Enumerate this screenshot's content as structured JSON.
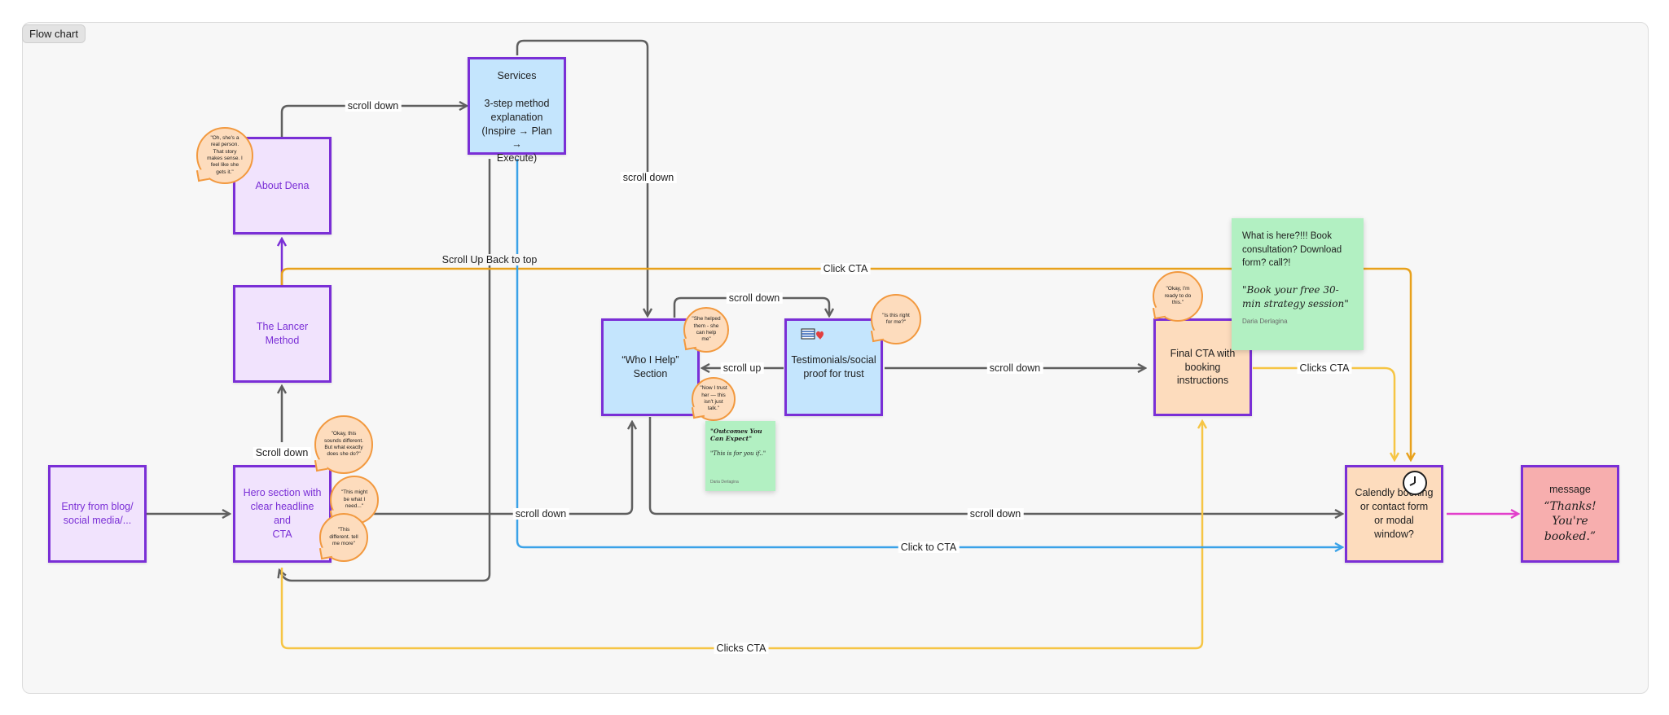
{
  "frame": {
    "label": "Flow chart"
  },
  "nodes": {
    "entry": "Entry from blog/\nsocial media/...",
    "hero": "Hero section with\nclear headline and\nCTA",
    "lancer": "The Lancer\nMethod",
    "about": "About Dena",
    "services": "Services\n\n3-step method\nexplanation\n(Inspire → Plan →\nExecute)",
    "who": "“Who I Help”\nSection",
    "testimonials": "Testimonials/social\nproof for trust",
    "final_cta": "Final CTA with\nbooking\ninstructions",
    "calendly": "Calendly booking\nor contact form\nor modal window?",
    "message_title": "message",
    "message_quote": "“Thanks! You're\nbooked.”"
  },
  "edges": {
    "scroll_down_top": "scroll down",
    "scroll_down_right": "scroll down",
    "scroll_up_back": "Scroll Up Back to top",
    "click_cta_top": "Click CTA",
    "scroll_down_who": "scroll down",
    "scroll_up": "scroll up",
    "scroll_down_final": "scroll down",
    "clicks_cta_final": "Clicks CTA",
    "scroll_down_hero_label": "Scroll down",
    "scroll_down_hero_who": "scroll down",
    "scroll_down_who_calendly": "scroll down",
    "click_to_cta": "Click to CTA",
    "clicks_cta_bottom": "Clicks CTA"
  },
  "bubbles": {
    "about": "\"Oh, she's a real person. That story makes sense. I feel like she gets it.\"",
    "hero_1": "\"Okay, this sounds different. But what exactly does she do?\"",
    "hero_2": "\"This might be what I need...\"",
    "hero_3": "\"This different. tell me more\"",
    "who_1": "\"She helped them - she can help me\"",
    "who_2": "\"Now I trust her — this isn't just talk.\"",
    "testimonials": "\"Is this right for me?\"",
    "final": "\"Okay, I'm ready to do this.\""
  },
  "sticky_small": {
    "title": "\"Outcomes You Can Expect\"",
    "body": "\"This is for you if..\"",
    "author": "Daria Derlagina"
  },
  "sticky_big": {
    "text": "What is here?!!! Book consultation? Download form? call?!",
    "quote": "\"Book your free 30-min strategy session\"",
    "author": "Daria Derlagina"
  },
  "icons": {
    "testimonials": "flag-heart-icon",
    "calendly": "clock-icon"
  },
  "colors": {
    "node_border": "#7a2fd6",
    "purple_fill": "#f1e3fd",
    "blue_fill": "#c4e5fd",
    "peach_fill": "#fddcbd",
    "pink_fill": "#f7aeae",
    "gray_link": "#5f5f5f",
    "orange_link": "#e8a11c",
    "yellow_link": "#f6c544",
    "blue_link": "#3aa2e8",
    "pink_link": "#e23fcb",
    "bubble_border": "#f2993f",
    "sticky_green": "#b2f0c2"
  }
}
